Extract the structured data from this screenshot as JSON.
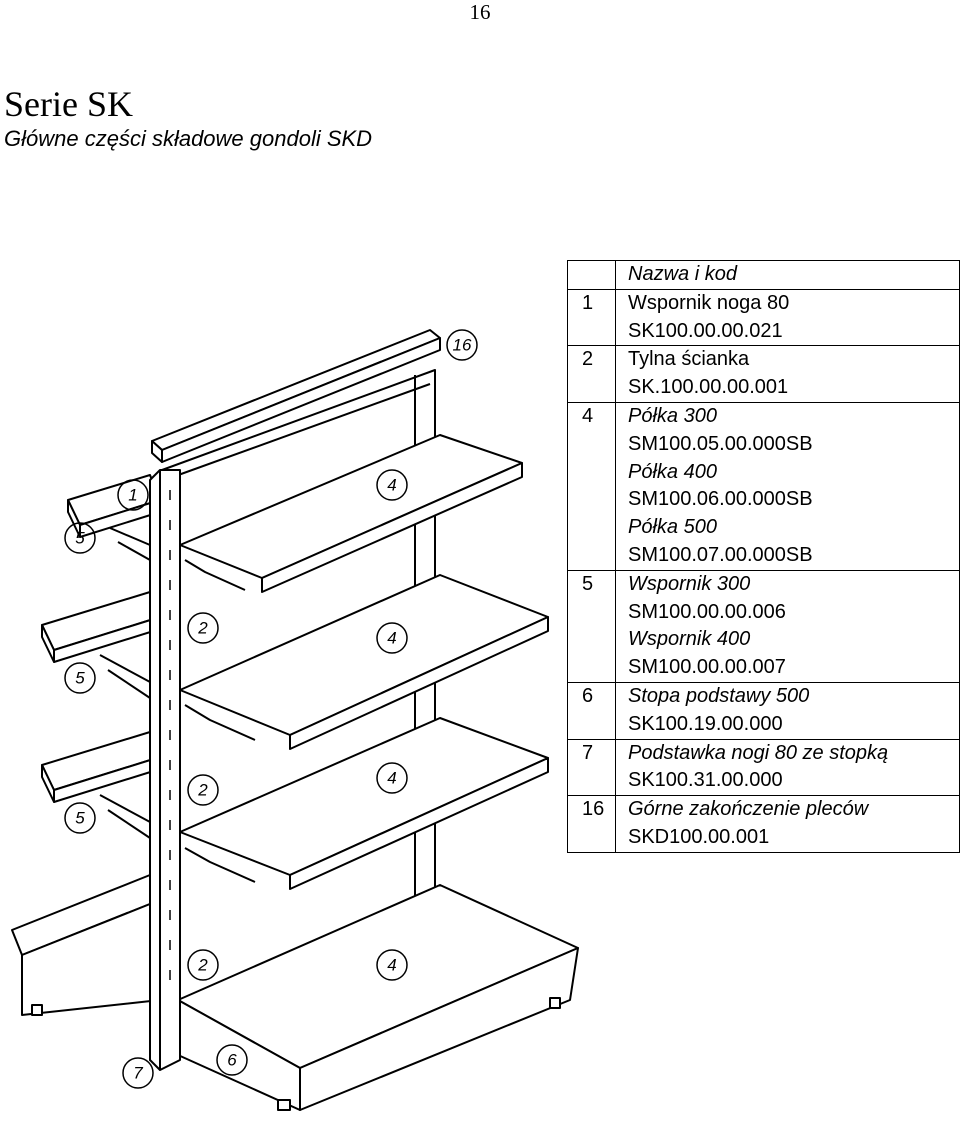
{
  "page_number": "16",
  "title": "Serie SK",
  "subtitle": "Główne części składowe gondoli SKD",
  "table": {
    "header": "Nazwa i kod",
    "rows": [
      {
        "num": "1",
        "lines": [
          {
            "text": "Wspornik noga 80",
            "italic": false
          },
          {
            "text": "SK100.00.00.021",
            "italic": false
          }
        ]
      },
      {
        "num": "2",
        "lines": [
          {
            "text": "Tylna ścianka",
            "italic": false
          },
          {
            "text": "SK.100.00.00.001",
            "italic": false
          }
        ]
      },
      {
        "num": "4",
        "lines": [
          {
            "text": " Półka 300",
            "italic": true
          },
          {
            "text": "SM100.05.00.000SB",
            "italic": false
          },
          {
            "text": "Półka 400",
            "italic": true
          },
          {
            "text": "SM100.06.00.000SB",
            "italic": false
          },
          {
            "text": "Półka 500",
            "italic": true
          },
          {
            "text": "SM100.07.00.000SB",
            "italic": false
          }
        ]
      },
      {
        "num": "5",
        "lines": [
          {
            "text": "Wspornik 300",
            "italic": true
          },
          {
            "text": "SM100.00.00.006",
            "italic": false
          },
          {
            "text": "Wspornik 400",
            "italic": true
          },
          {
            "text": "SM100.00.00.007",
            "italic": false
          }
        ]
      },
      {
        "num": "6",
        "lines": [
          {
            "text": "Stopa podstawy 500",
            "italic": true
          },
          {
            "text": "SK100.19.00.000",
            "italic": false
          }
        ]
      },
      {
        "num": "7",
        "lines": [
          {
            "text": "Podstawka nogi 80 ze stopką",
            "italic": true
          },
          {
            "text": "SK100.31.00.000",
            "italic": false
          }
        ]
      },
      {
        "num": "16",
        "lines": [
          {
            "text": "Górne zakończenie pleców",
            "italic": true
          },
          {
            "text": "SKD100.00.001",
            "italic": false
          }
        ]
      }
    ]
  },
  "callouts": {
    "c16": "16",
    "c1": "1",
    "c4a": "4",
    "c5a": "5",
    "c2a": "2",
    "c4b": "4",
    "c5b": "5",
    "c2b": "2",
    "c4c": "4",
    "c5c": "5",
    "c2c": "2",
    "c4d": "4",
    "c7": "7",
    "c6": "6"
  }
}
